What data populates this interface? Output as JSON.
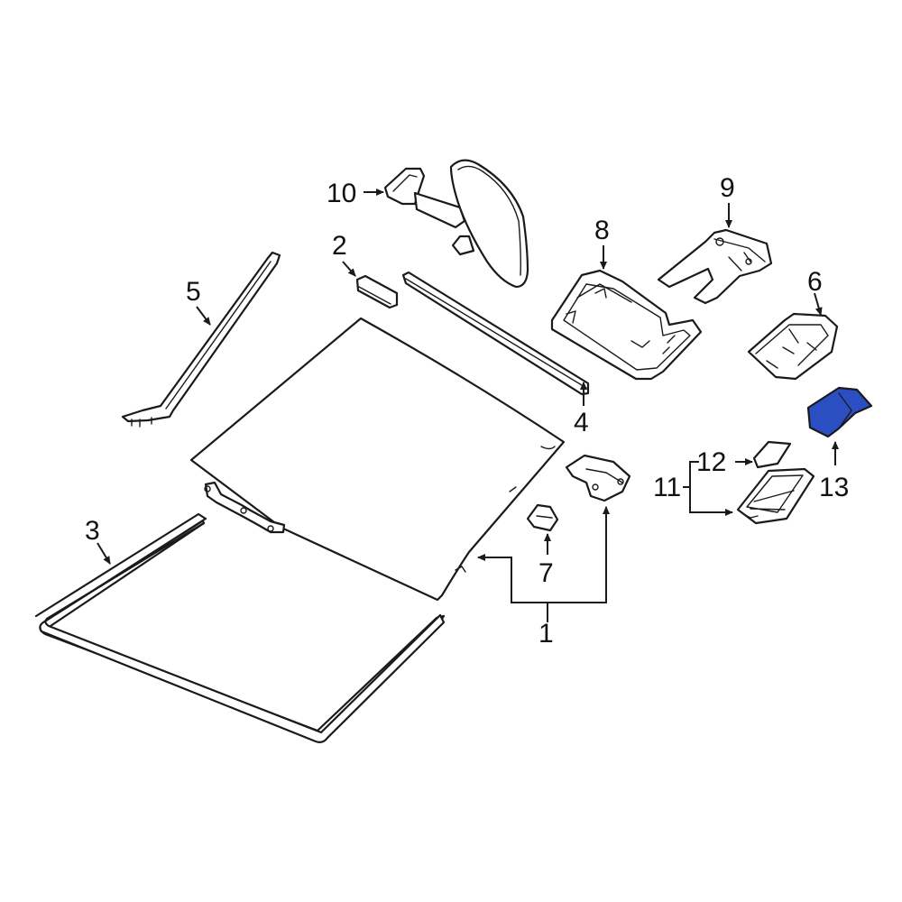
{
  "colors": {
    "line": "#1a1a1a",
    "highlight": "#2b4fc2",
    "background": "#ffffff"
  },
  "callouts": {
    "c1": "1",
    "c2": "2",
    "c3": "3",
    "c4": "4",
    "c5": "5",
    "c6": "6",
    "c7": "7",
    "c8": "8",
    "c9": "9",
    "c10": "10",
    "c11": "11",
    "c12": "12",
    "c13": "13"
  }
}
